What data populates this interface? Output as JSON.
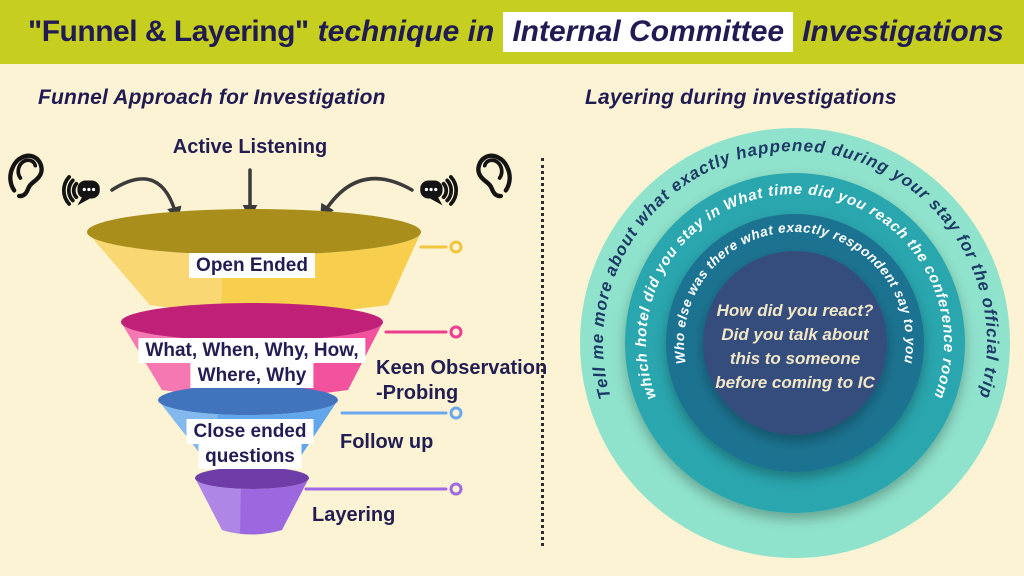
{
  "header": {
    "quoted": "\"Funnel & Layering\"",
    "middle": "technique in",
    "highlighted": "Internal Committee",
    "tail": "Investigations",
    "bg_color": "#c6cf1f",
    "text_color": "#211b54",
    "highlight_bg": "#ffffff"
  },
  "funnel_section": {
    "title": "Funnel Approach for Investigation",
    "top_label": "Active Listening",
    "icons": [
      "ear-listening-icon-left",
      "ear-listening-icon-right",
      "down-arrows"
    ],
    "layers": [
      {
        "name": "open-ended",
        "lines": [
          "Open Ended"
        ],
        "body_color": "#f8ce4d",
        "top_color": "#a98e1c",
        "connector_color": "#f2c63c"
      },
      {
        "name": "probing-questions",
        "lines": [
          "What, When, Why, How,",
          "Where, Why"
        ],
        "body_color": "#f2529e",
        "top_color": "#c12079",
        "connector_color": "#ee3d90"
      },
      {
        "name": "close-ended",
        "lines": [
          "Close ended",
          "questions"
        ],
        "body_color": "#62a6ec",
        "top_color": "#4273bd",
        "connector_color": "#6aa7ef"
      },
      {
        "name": "layering",
        "lines": [],
        "body_color": "#9c68e0",
        "top_color": "#6f3da8",
        "connector_color": "#a06ae2"
      }
    ],
    "side_labels": [
      {
        "lines": [
          "Keen Observation",
          "-Probing"
        ]
      },
      {
        "lines": [
          "Follow up"
        ]
      },
      {
        "lines": [
          "Layering"
        ]
      }
    ]
  },
  "layering_section": {
    "title": "Layering during investigations",
    "rings": [
      {
        "text": "Tell me more about what exactly happened during your stay for the official trip",
        "color": "#8fe2cb",
        "text_color": "#1d3a67"
      },
      {
        "text": "which hotel did you stay in What time did you reach the conference room",
        "color": "#2ca6ae",
        "text_color": "#ffffff"
      },
      {
        "text": "Who else was there what exactly respondent say to you",
        "color": "#1d7391",
        "text_color": "#ffffff"
      }
    ],
    "center": {
      "color": "#344e7c",
      "text_color": "#f1e7c8",
      "lines": [
        "How did you react?",
        "Did you talk about",
        "this to someone",
        "before coming to IC"
      ]
    }
  },
  "background_color": "#fbf3d3"
}
